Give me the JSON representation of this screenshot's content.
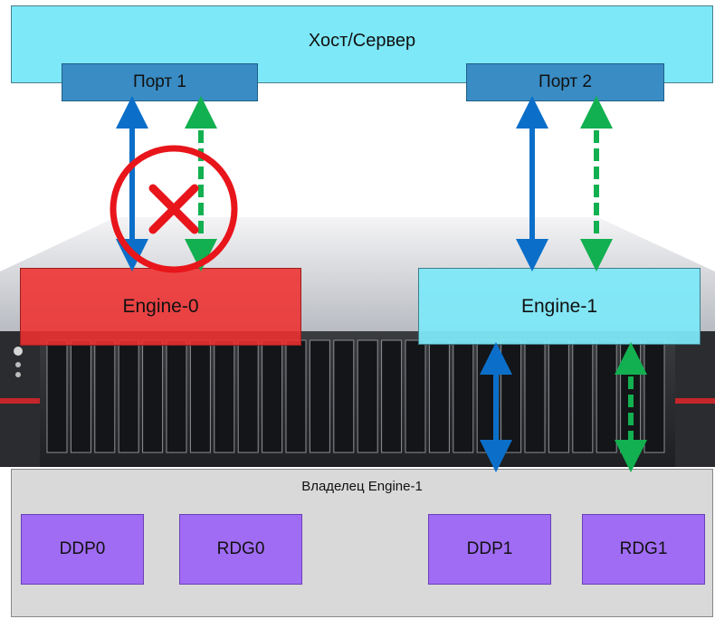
{
  "host": {
    "label": "Хост/Сервер"
  },
  "ports": [
    {
      "label": "Порт 1"
    },
    {
      "label": "Порт 2"
    }
  ],
  "engines": [
    {
      "label": "Engine-0",
      "status": "failed"
    },
    {
      "label": "Engine-1",
      "status": "active"
    }
  ],
  "owner": {
    "label": "Владелец Engine-1"
  },
  "pools": [
    {
      "label": "DDP0"
    },
    {
      "label": "RDG0"
    },
    {
      "label": "DDP1"
    },
    {
      "label": "RDG1"
    }
  ],
  "colors": {
    "host": "#7de8f8",
    "port": "#3a8cc4",
    "engine_failed": "#ef3030",
    "engine_active": "#7de8f8",
    "pool": "#a06cf4",
    "panel": "#d9d9d9",
    "path_active": "#0b6fc9",
    "path_standby": "#12b050",
    "fail_mark": "#e8151b"
  },
  "icons": {
    "failure": "cross-in-circle-icon"
  }
}
